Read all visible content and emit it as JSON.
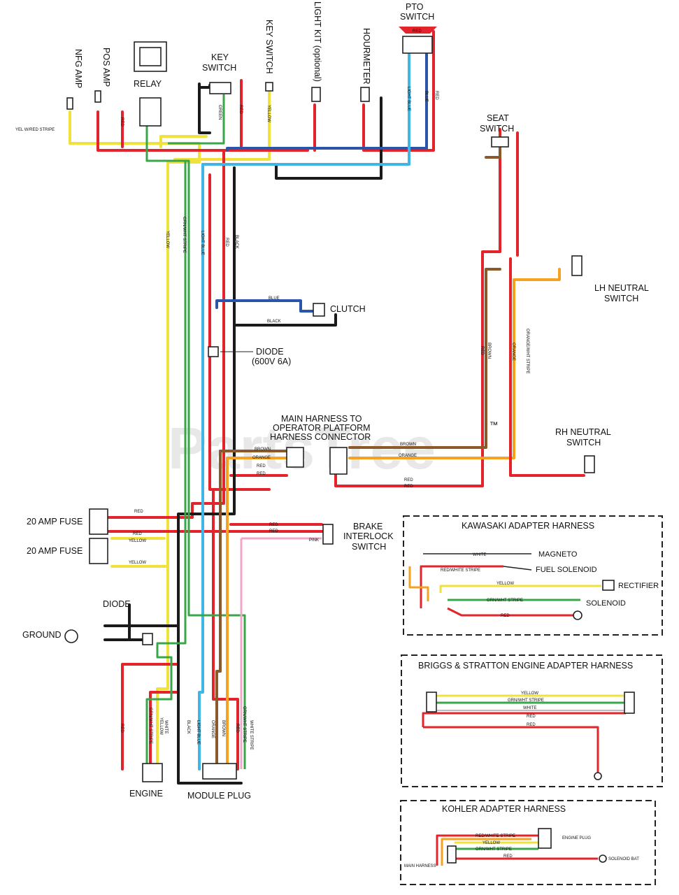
{
  "watermark": "PartsTree",
  "trademark": "™",
  "labels": {
    "nfg_amp": "NFG AMP",
    "pos_amp": "POS AMP",
    "relay": "RELAY",
    "key_switch": "KEY\nSWITCH",
    "key_switch_vertical": "KEY SWITCH",
    "light_kit": "LIGHT KIT (optional)",
    "hourmeter": "HOURMETER",
    "pto_switch": "PTO\nSWITCH",
    "seat_switch": "SEAT\nSWITCH",
    "lh_neutral_switch": "LH NEUTRAL\nSWITCH",
    "rh_neutral_switch": "RH NEUTRAL\nSWITCH",
    "clutch": "CLUTCH",
    "diode_top": "DIODE\n(600V 6A)",
    "main_harness": "MAIN HARNESS TO\nOPERATOR PLATFORM\nHARNESS CONNECTOR",
    "fuse_1": "20 AMP FUSE",
    "fuse_2": "20 AMP FUSE",
    "brake_interlock": "BRAKE\nINTERLOCK\nSWITCH",
    "diode_bottom": "DIODE",
    "ground": "GROUND",
    "engine": "ENGINE",
    "module_plug": "MODULE PLUG"
  },
  "wire_labels": {
    "yel_red_stripe": "YEL W/RED STRIPE",
    "red": "RED",
    "blue": "BLUE",
    "black": "BLACK",
    "yellow": "YELLOW",
    "green": "GREEN",
    "light_blue": "LIGHT BLUE",
    "brown": "BROWN",
    "orange": "ORANGE",
    "pink": "PINK",
    "white": "WHITE",
    "grn_wht_stripe": "GRN/WHT STRIPE",
    "orange_wht_stripe": "ORANGE/WHT STRIPE",
    "white_stripe": "WHITE STRIPE"
  },
  "kawasaki": {
    "title": "KAWASAKI ADAPTER HARNESS",
    "magneto": "MAGNETO",
    "fuel_solenoid": "FUEL SOLENOID",
    "rectifier": "RECTIFIER",
    "solenoid": "SOLENOID",
    "white": "WHITE",
    "red_white_stripe": "RED/WHITE STRIPE",
    "yellow": "YELLOW",
    "grn_wht_stripe": "GRN/WHT STRIPE",
    "red": "RED"
  },
  "briggs": {
    "title": "BRIGGS & STRATTON ENGINE ADAPTER HARNESS",
    "yellow": "YELLOW",
    "grn_wht_stripe": "GRN/WHT STRIPE",
    "white": "WHITE",
    "red1": "RED",
    "red2": "RED"
  },
  "kohler": {
    "title": "KOHLER ADAPTER HARNESS",
    "engine_plug": "ENGINE PLUG",
    "solenoid_bat": "SOLENOID BAT",
    "main_harness": "MAIN HARNESS",
    "red_white_stripe": "RED/WHITE STRIPE",
    "yellow": "YELLOW",
    "grn_wht_stripe": "GRN/WHT STRIPE",
    "red": "RED"
  },
  "colors": {
    "red": "#e3242b",
    "yellow": "#f0e23a",
    "green": "#3aa64a",
    "black": "#1a1a1a",
    "blue": "#2b55a8",
    "light_blue": "#3fb6e6",
    "brown": "#8b5a2b",
    "orange": "#f4a21f",
    "pink": "#f2a7c8",
    "white_wire": "#cfcfcf"
  }
}
